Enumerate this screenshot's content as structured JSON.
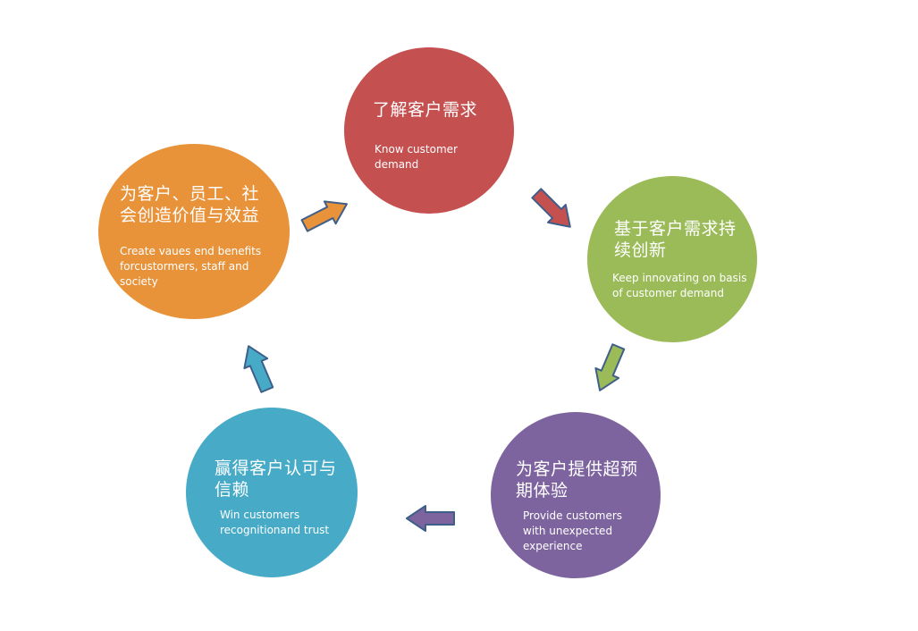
{
  "diagram": {
    "colors": {
      "red": "#C55050",
      "green": "#9BBB59",
      "purple": "#7E649F",
      "teal": "#47ABC8",
      "orange": "#E8923A",
      "text": "#FFFFFF"
    },
    "nodes": [
      {
        "id": "top",
        "zh": "了解客户需求",
        "en": "Know customer\ndemand",
        "color_key": "red"
      },
      {
        "id": "right",
        "zh": "基于客户需求持\n续创新",
        "en": "Keep innovating on basis\nof  customer demand",
        "color_key": "green"
      },
      {
        "id": "bottom_right",
        "zh": "为客户提供超预\n期体验",
        "en": "Provide customers\nwith unexpected\nexperience",
        "color_key": "purple"
      },
      {
        "id": "bottom_left",
        "zh": "赢得客户认可与\n信赖",
        "en": "Win customers\nrecognitionand trust",
        "color_key": "teal"
      },
      {
        "id": "left",
        "zh": "为客户、员工、社\n会创造价值与效益",
        "en": "Create vaues end benefits\nforcustormers, staff and\nsociety",
        "color_key": "orange"
      }
    ],
    "arrows": [
      {
        "from": "left",
        "to": "top",
        "color_key": "orange",
        "icon": "arrow-up-right-icon"
      },
      {
        "from": "top",
        "to": "right",
        "color_key": "red",
        "icon": "arrow-down-right-icon"
      },
      {
        "from": "right",
        "to": "bottom_right",
        "color_key": "green",
        "icon": "arrow-down-icon"
      },
      {
        "from": "bottom_right",
        "to": "bottom_left",
        "color_key": "purple",
        "icon": "arrow-left-icon"
      },
      {
        "from": "bottom_left",
        "to": "left",
        "color_key": "teal",
        "icon": "arrow-up-icon"
      }
    ]
  }
}
